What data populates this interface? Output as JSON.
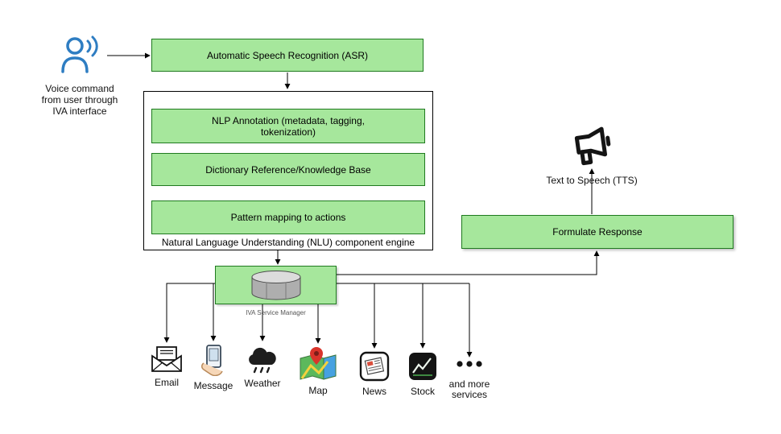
{
  "colors": {
    "background": "#ffffff",
    "box_fill": "#a6e79c",
    "box_border": "#1f7a1f",
    "line": "#000000",
    "person_blue": "#2e7dc2",
    "pin_red": "#d9342b",
    "map_green": "#5cb85c",
    "map_blue": "#46a1e0",
    "road_yellow": "#f3d13d"
  },
  "nodes": {
    "voice_command": {
      "label": "Voice command\nfrom user through\nIVA interface",
      "icon": "voice-user-icon"
    },
    "asr": {
      "label": "Automatic Speech Recognition (ASR)"
    },
    "nlu": {
      "label": "Natural Language Understanding (NLU) component engine",
      "steps": [
        {
          "label": "NLP Annotation (metadata, tagging, tokenization)"
        },
        {
          "label": "Dictionary Reference/Knowledge Base"
        },
        {
          "label": "Pattern mapping to actions"
        }
      ]
    },
    "service_manager": {
      "label": "IVA Service Manager",
      "icon": "database-cylinder-icon"
    },
    "formulate_response": {
      "label": "Formulate Response"
    },
    "tts": {
      "label": "Text to Speech (TTS)",
      "icon": "megaphone-icon"
    }
  },
  "services": [
    {
      "label": "Email",
      "icon": "envelope-icon"
    },
    {
      "label": "Message",
      "icon": "hand-phone-icon"
    },
    {
      "label": "Weather",
      "icon": "rain-cloud-icon"
    },
    {
      "label": "Map",
      "icon": "map-pin-icon"
    },
    {
      "label": "News",
      "icon": "newspaper-icon"
    },
    {
      "label": "Stock",
      "icon": "stock-chart-icon"
    },
    {
      "label": "and more services",
      "icon": "ellipsis-icon"
    }
  ]
}
